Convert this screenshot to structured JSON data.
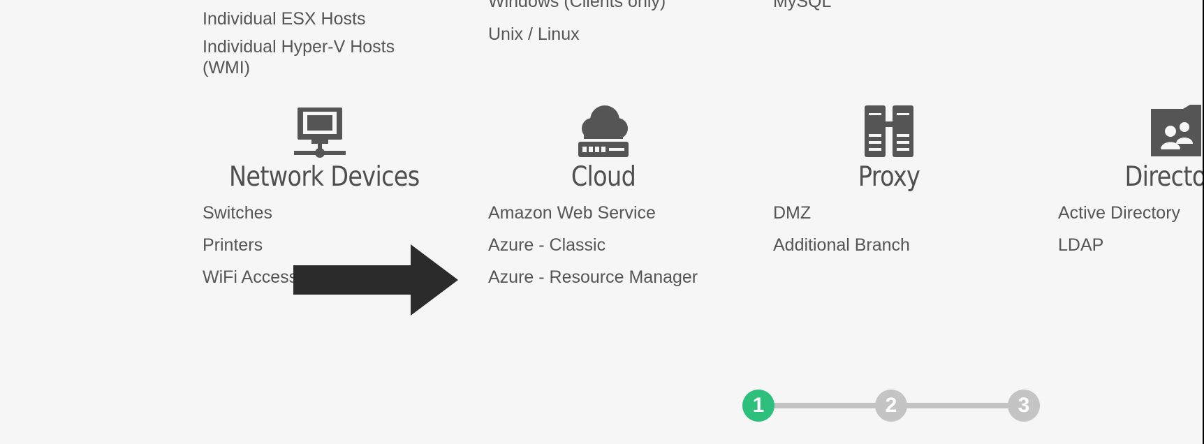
{
  "columns": [
    {
      "top_items": [
        "Individual ESX Hosts",
        "Individual Hyper-V Hosts (WMI)"
      ]
    },
    {
      "top_items": [
        "Windows (Clients only)",
        "Unix / Linux"
      ]
    },
    {
      "top_items": [
        "MySQL"
      ]
    }
  ],
  "categories": [
    {
      "title": "Network Devices",
      "icon": "network-computer-icon",
      "items": [
        "Switches",
        "Printers",
        "WiFi Access Points"
      ]
    },
    {
      "title": "Cloud",
      "icon": "cloud-server-icon",
      "items": [
        "Amazon Web Service",
        "Azure - Classic",
        "Azure - Resource Manager"
      ]
    },
    {
      "title": "Proxy",
      "icon": "server-rack-icon",
      "items": [
        "DMZ",
        "Additional Branch"
      ]
    },
    {
      "title": "Directory Se",
      "icon": "directory-users-icon",
      "items": [
        "Active Directory",
        "LDAP"
      ]
    }
  ],
  "overlay": {
    "icon": "right-arrow-icon",
    "color": "#2b2b2b"
  },
  "stepper": {
    "steps": [
      {
        "label": "1",
        "active": true
      },
      {
        "label": "2",
        "active": false
      },
      {
        "label": "3",
        "active": false
      }
    ],
    "active_color": "#2fbf7d",
    "inactive_color": "#c4c4c4"
  }
}
